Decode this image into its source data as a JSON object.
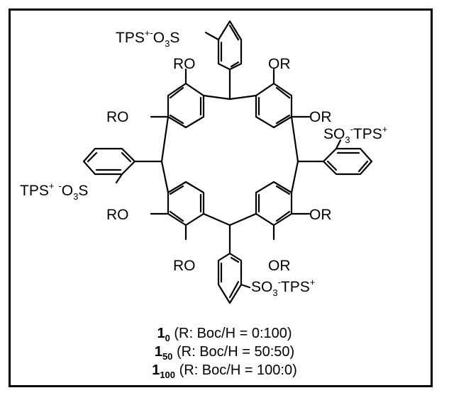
{
  "substituents": {
    "or": "OR",
    "ro": "RO"
  },
  "counterions": {
    "top_left": {
      "main": "TPS",
      "sup": "+-",
      "mid": "O",
      "sub": "3",
      "end": "S"
    },
    "left": {
      "main": "TPS",
      "sup1": "+",
      "sup2": "-",
      "mid": "O",
      "sub": "3",
      "end": "S"
    },
    "right": {
      "main": "SO",
      "sub": "3",
      "sup1": "-",
      "mid": "TPS",
      "sup2": "+"
    },
    "bottom": {
      "main": "SO",
      "sub": "3",
      "sup1": "-",
      "mid": "TPS",
      "sup2": "+"
    }
  },
  "captions": [
    {
      "compound": "1",
      "sub": "0",
      "text": " (R: Boc/H = 0:100)"
    },
    {
      "compound": "1",
      "sub": "50",
      "text": " (R: Boc/H = 50:50)"
    },
    {
      "compound": "1",
      "sub": "100",
      "text": " (R: Boc/H = 100:0)"
    }
  ]
}
